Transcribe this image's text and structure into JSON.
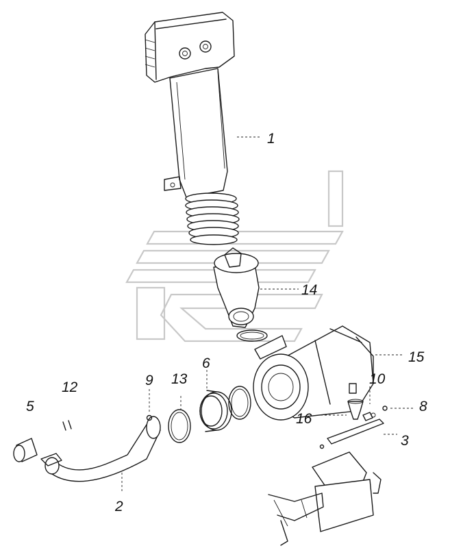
{
  "diagram": {
    "callouts": [
      {
        "id": "c1",
        "text": "1"
      },
      {
        "id": "c2",
        "text": "2"
      },
      {
        "id": "c3",
        "text": "3"
      },
      {
        "id": "c5",
        "text": "5"
      },
      {
        "id": "c6",
        "text": "6"
      },
      {
        "id": "c8",
        "text": "8"
      },
      {
        "id": "c9",
        "text": "9"
      },
      {
        "id": "c10",
        "text": "10"
      },
      {
        "id": "c12",
        "text": "12"
      },
      {
        "id": "c13",
        "text": "13"
      },
      {
        "id": "c14",
        "text": "14"
      },
      {
        "id": "c15",
        "text": "15"
      },
      {
        "id": "c16",
        "text": "16"
      }
    ],
    "colors": {
      "ink": "#1a1a1a",
      "watermark": "#c8c8c8",
      "background": "#ffffff"
    }
  }
}
